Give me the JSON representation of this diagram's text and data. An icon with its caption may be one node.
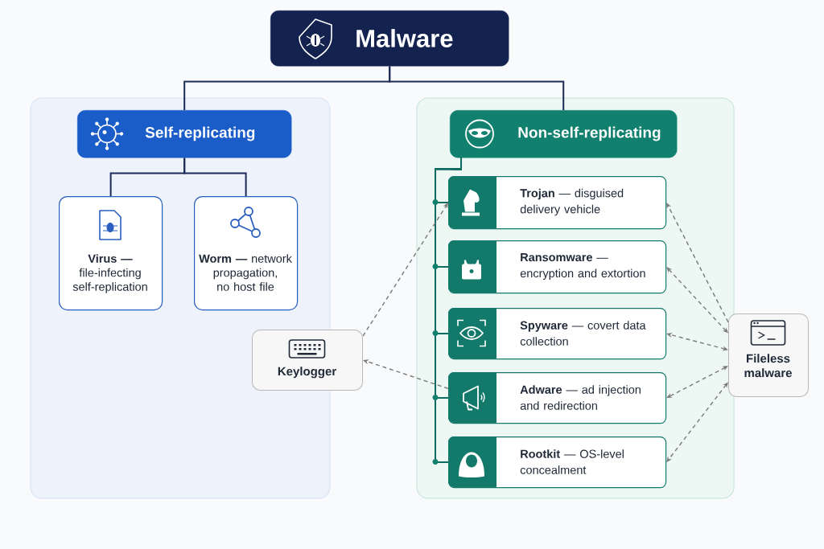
{
  "diagram": {
    "nodes": [
      {
        "text": [
          "Malware"
        ]
      },
      {
        "text": [
          "Self-replicating"
        ]
      },
      {
        "text": [
          "**Virus —** file-infecting self-replication"
        ]
      },
      {
        "text": [
          "**Worm —** network propagation, no host file"
        ]
      },
      {
        "text": [
          "Non-self-replicating"
        ]
      },
      {
        "text": [
          "**Trojan** — disguised delivery vehicle"
        ]
      },
      {
        "text": [
          "**Ransomware** — encryption and extortion"
        ]
      },
      {
        "text": [
          "**Spyware** — covert data collection"
        ]
      },
      {
        "text": [
          "**Adware** — ad injection and redirection"
        ]
      },
      {
        "text": [
          "**Rootkit** — OS-level concealment"
        ]
      },
      {
        "text": [
          "Keylogger"
        ]
      },
      {
        "text": [
          "Fileless malware"
        ]
      }
    ],
    "edges": [
      {
        "from": 0,
        "to": 1,
        "arrow": "none",
        "color": "#1b2a57"
      },
      {
        "from": 0,
        "to": 4,
        "arrow": "none",
        "color": "#1b2a57"
      },
      {
        "from": 1,
        "to": 2,
        "arrow": "none",
        "color": "#1b2a57"
      },
      {
        "from": 1,
        "to": 3,
        "arrow": "none",
        "color": "#1b2a57"
      },
      {
        "from": 4,
        "to": 5,
        "arrow": "none",
        "color": "#0f6b5f"
      },
      {
        "from": 4,
        "to": 6,
        "arrow": "none",
        "color": "#0f6b5f"
      },
      {
        "from": 4,
        "to": 7,
        "arrow": "none",
        "color": "#0f6b5f"
      },
      {
        "from": 4,
        "to": 8,
        "arrow": "none",
        "color": "#0f6b5f"
      },
      {
        "from": 4,
        "to": 9,
        "arrow": "none",
        "color": "#0f6b5f"
      },
      {
        "from": 10,
        "to": 5,
        "arrow": "to",
        "style": "dashed",
        "color": "#7a7a7a"
      },
      {
        "from": 8,
        "to": 10,
        "arrow": "to",
        "style": "dashed",
        "color": "#7a7a7a"
      },
      {
        "from": 11,
        "to": 5,
        "arrow": "to",
        "style": "dashed",
        "color": "#7a7a7a"
      },
      {
        "from": 11,
        "to": 6,
        "arrow": "both",
        "style": "dashed",
        "color": "#7a7a7a"
      },
      {
        "from": 11,
        "to": 7,
        "arrow": "both",
        "style": "dashed",
        "color": "#7a7a7a"
      },
      {
        "from": 11,
        "to": 8,
        "arrow": "both",
        "style": "dashed",
        "color": "#7a7a7a"
      },
      {
        "from": 11,
        "to": 9,
        "arrow": "both",
        "style": "dashed",
        "color": "#7a7a7a"
      }
    ]
  }
}
